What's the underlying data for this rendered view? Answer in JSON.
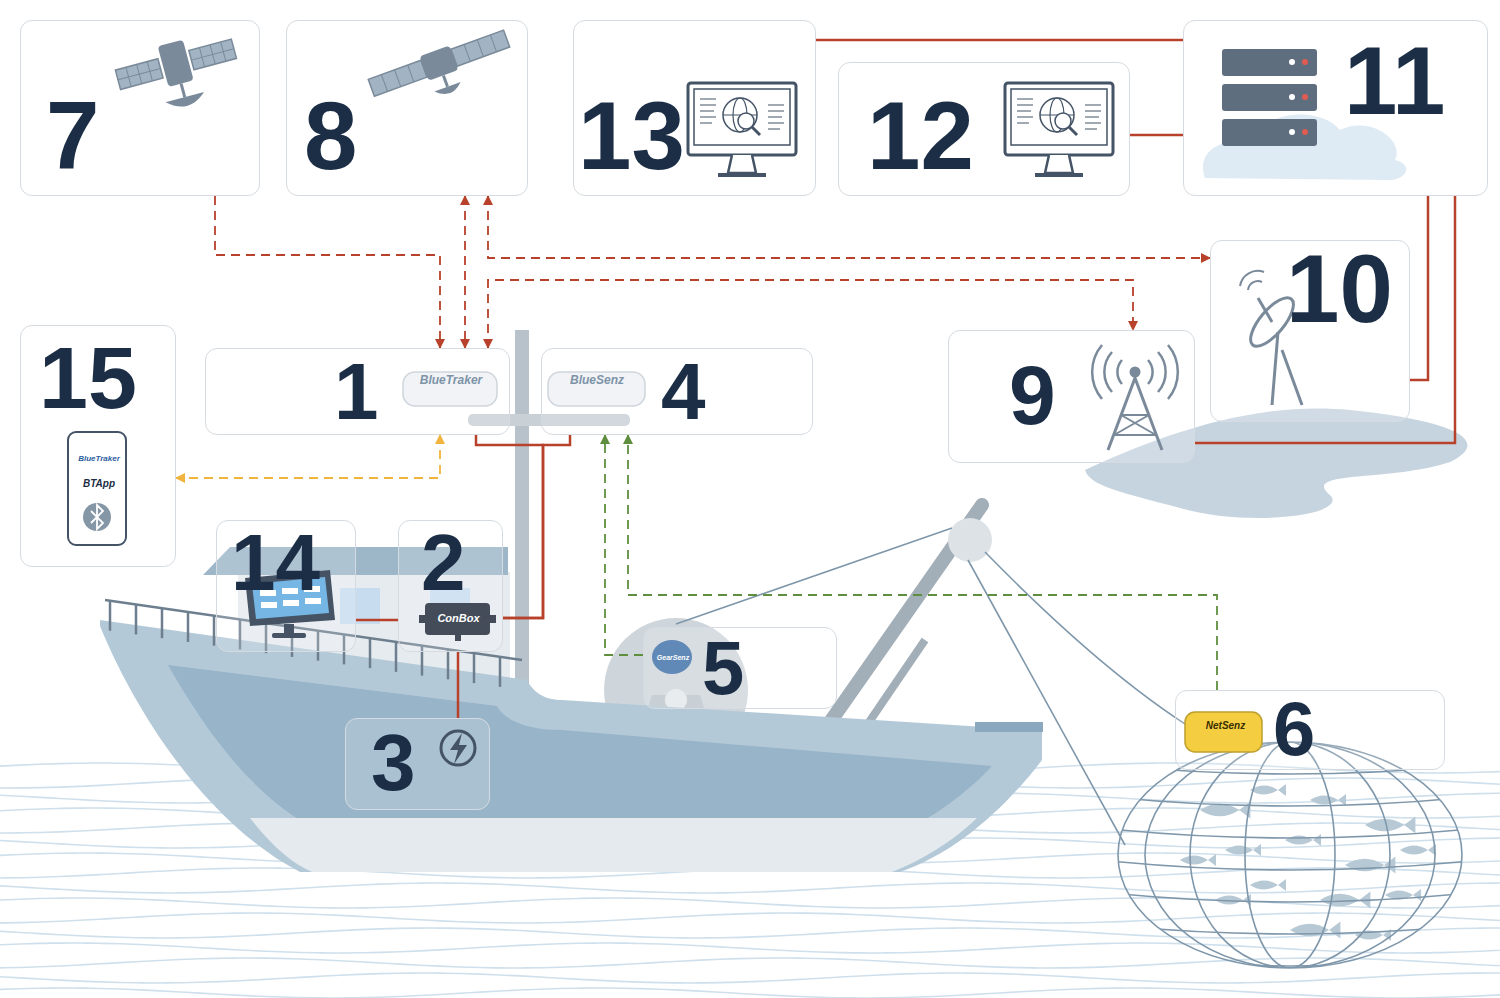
{
  "diagram": {
    "nodes": [
      {
        "text": [
          "1",
          "BlueTraker"
        ]
      },
      {
        "text": [
          "2",
          "ConBox"
        ]
      },
      {
        "text": [
          "3"
        ]
      },
      {
        "text": [
          "4",
          "BlueSenz"
        ]
      },
      {
        "text": [
          "5",
          "GearSenz"
        ]
      },
      {
        "text": [
          "6",
          "NetSenz"
        ]
      },
      {
        "text": [
          "7"
        ]
      },
      {
        "text": [
          "8"
        ]
      },
      {
        "text": [
          "9"
        ]
      },
      {
        "text": [
          "10"
        ]
      },
      {
        "text": [
          "11"
        ]
      },
      {
        "text": [
          "12"
        ]
      },
      {
        "text": [
          "13"
        ]
      },
      {
        "text": [
          "14"
        ]
      },
      {
        "text": [
          "15",
          "BlueTraker",
          "BTApp"
        ]
      }
    ],
    "edges": [
      {
        "from": 6,
        "to": 0,
        "arrow": "to"
      },
      {
        "from": 7,
        "to": 0,
        "arrow": "both"
      },
      {
        "from": 7,
        "to": 9,
        "arrow": "both"
      },
      {
        "from": 0,
        "to": 8,
        "arrow": "both"
      },
      {
        "from": 0,
        "to": 14,
        "arrow": "both"
      },
      {
        "from": 0,
        "to": 1,
        "arrow": "none"
      },
      {
        "from": 3,
        "to": 1,
        "arrow": "none"
      },
      {
        "from": 13,
        "to": 1,
        "arrow": "none"
      },
      {
        "from": 1,
        "to": 2,
        "arrow": "none"
      },
      {
        "from": 4,
        "to": 3,
        "arrow": "to"
      },
      {
        "from": 5,
        "to": 3,
        "arrow": "to"
      },
      {
        "from": 12,
        "to": 10,
        "arrow": "none"
      },
      {
        "from": 11,
        "to": 10,
        "arrow": "none"
      },
      {
        "from": 10,
        "to": 9,
        "arrow": "none"
      },
      {
        "from": 10,
        "to": 8,
        "arrow": "none"
      }
    ]
  }
}
